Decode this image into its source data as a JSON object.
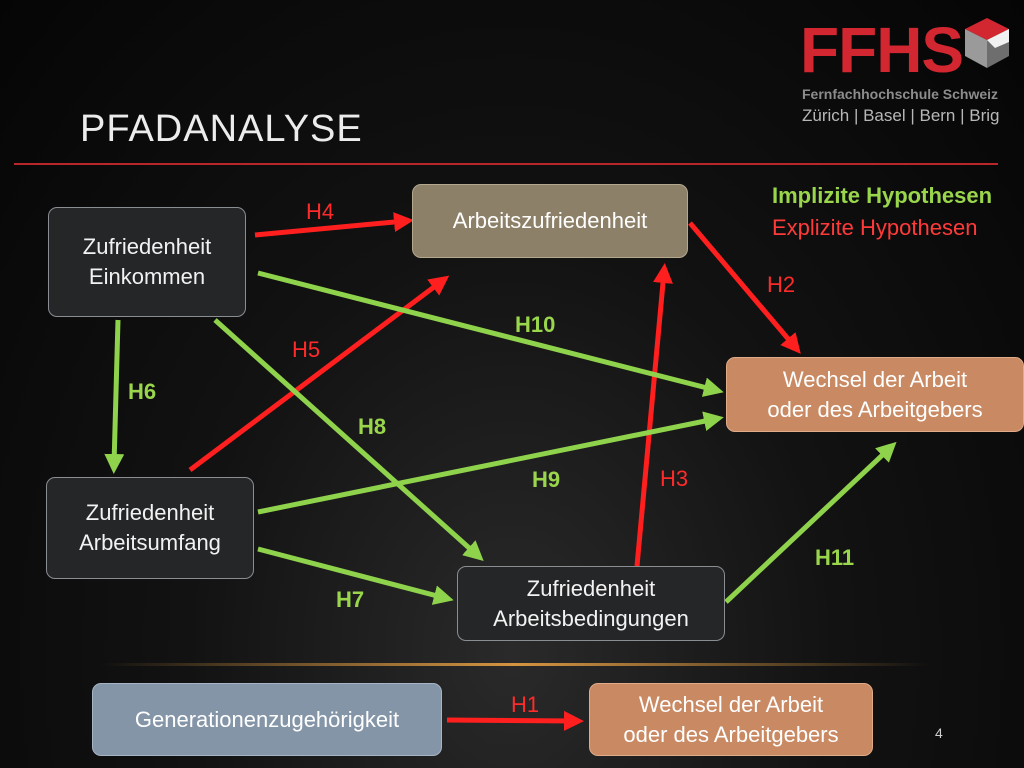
{
  "logo": {
    "text": "FFHS",
    "subtitle": "Fernfachhochschule Schweiz",
    "cities": "Zürich | Basel | Bern | Brig",
    "color": "#d22630"
  },
  "title": "PFADANALYSE",
  "legend": {
    "implicit": "Implizite Hypothesen",
    "explicit": "Explizite Hypothesen"
  },
  "nodes": {
    "zufriedenheit_einkommen": "Zufriedenheit\nEinkommen",
    "arbeitszufriedenheit": "Arbeitszufriedenheit",
    "wechsel_1": "Wechsel der Arbeit\noder des Arbeitgebers",
    "zufriedenheit_arbeitsumfang": "Zufriedenheit\nArbeitsumfang",
    "zufriedenheit_arbeitsbedingungen": "Zufriedenheit\nArbeitsbedingungen",
    "generationenzugehoerigkeit": "Generationenzugehörigkeit",
    "wechsel_2": "Wechsel der Arbeit\noder des Arbeitgebers"
  },
  "hypotheses": {
    "h1": "H1",
    "h2": "H2",
    "h3": "H3",
    "h4": "H4",
    "h5": "H5",
    "h6": "H6",
    "h7": "H7",
    "h8": "H8",
    "h9": "H9",
    "h10": "H10",
    "h11": "H11"
  },
  "colors": {
    "explicit": "#ff1f1f",
    "implicit": "#8fd24c"
  },
  "page_number": "4"
}
